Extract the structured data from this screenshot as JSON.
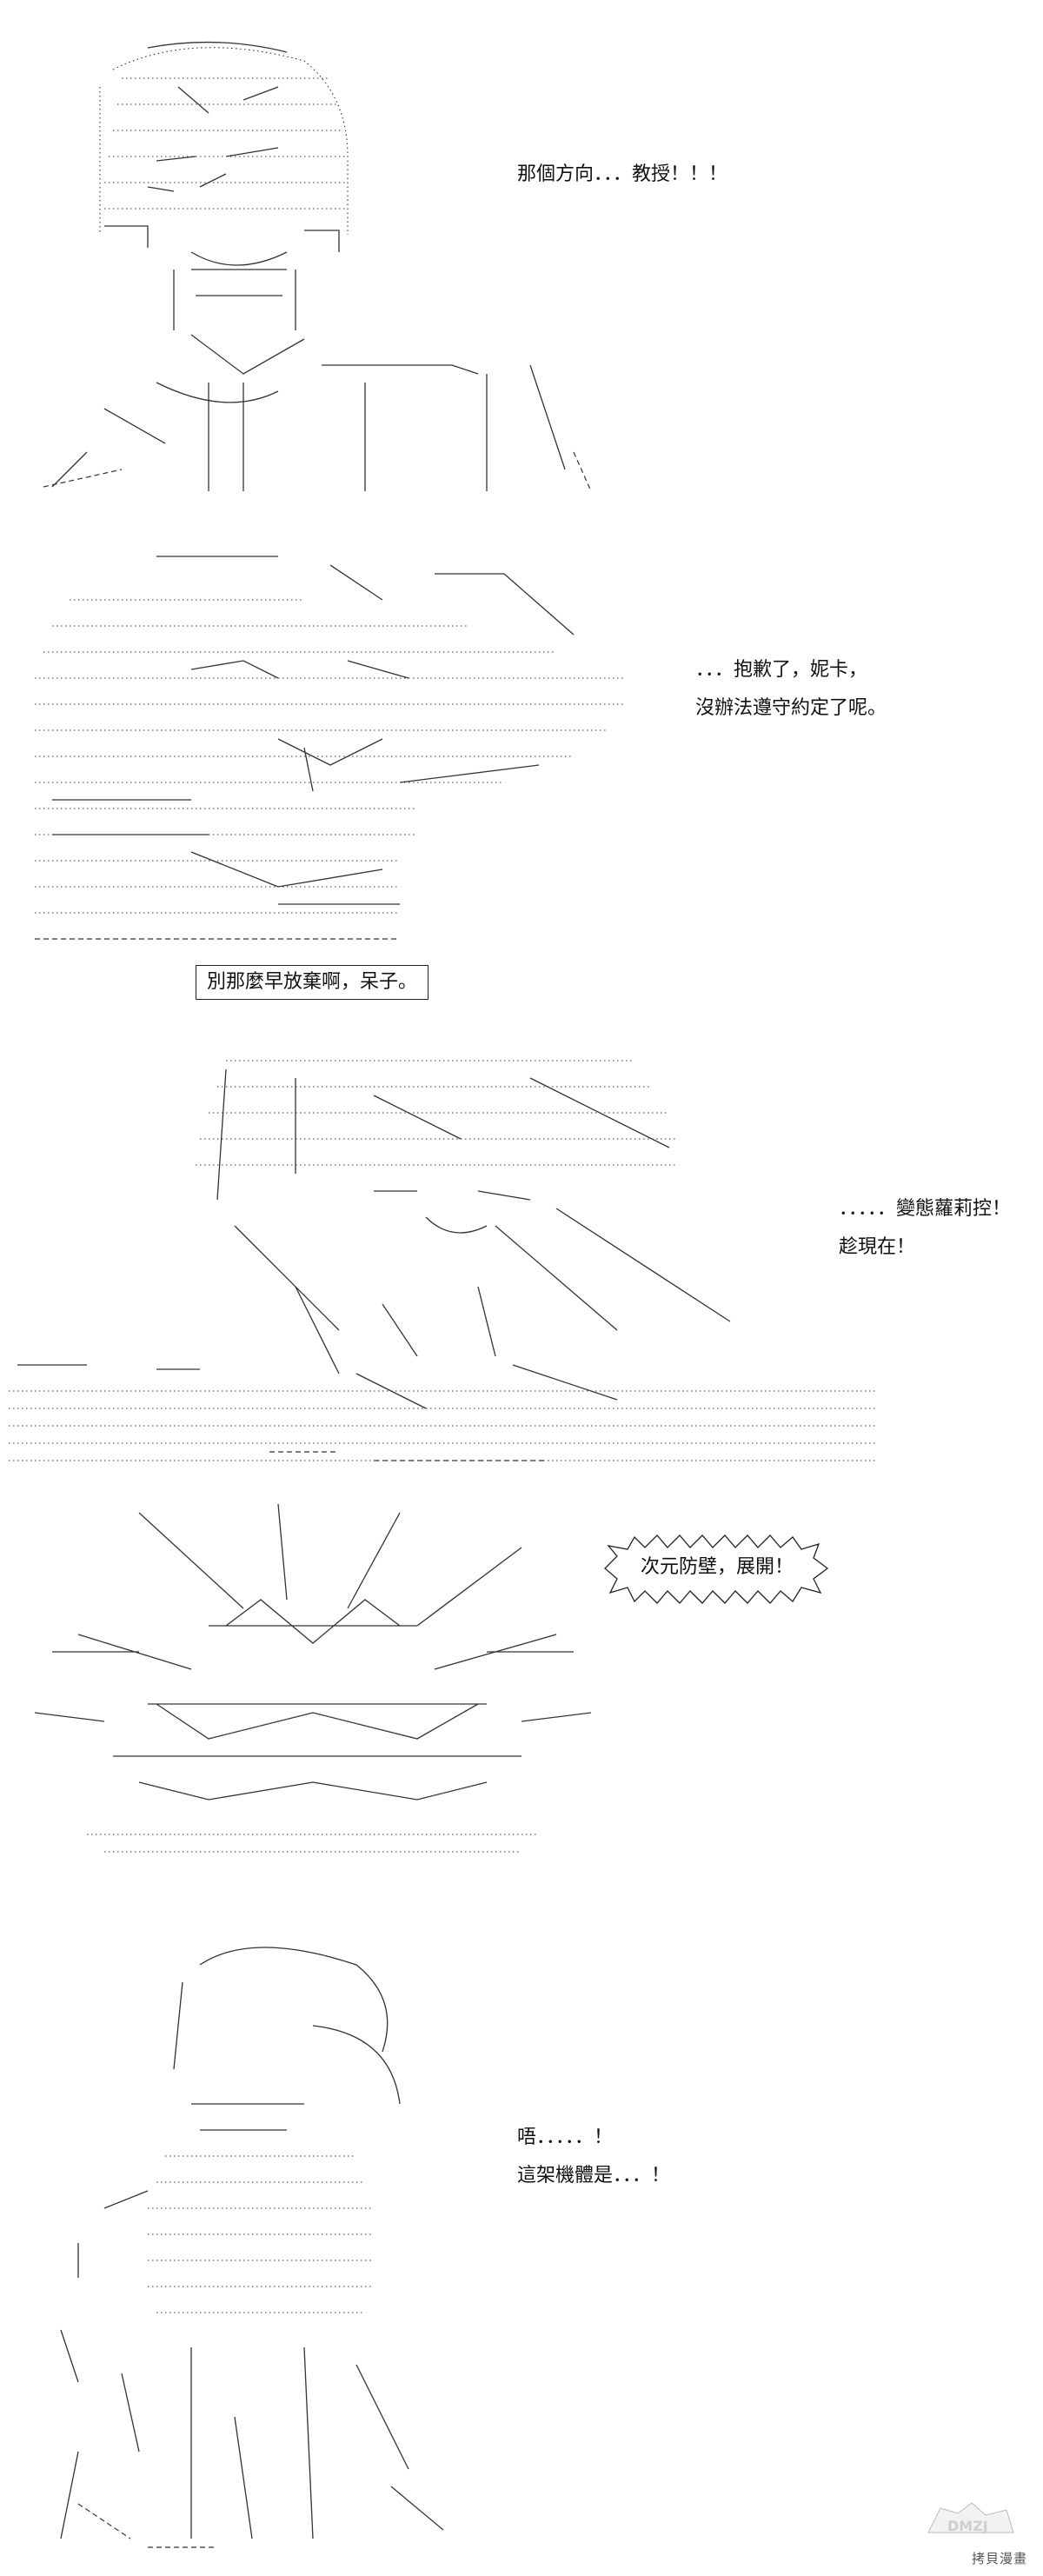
{
  "panels": [
    {
      "id": "p1",
      "lines": [
        "那個方向．．．教授！！！"
      ]
    },
    {
      "id": "p2",
      "lines": [
        "．．．抱歉了，妮卡，",
        "沒辦法遵守約定了呢。"
      ],
      "caption": "別那麼早放棄啊，呆子。"
    },
    {
      "id": "p3",
      "lines": [
        "．．．．．變態蘿莉控！",
        "趁現在！"
      ]
    },
    {
      "id": "p4",
      "burst": "次元防壁，展開！"
    },
    {
      "id": "p5",
      "lines": [
        "唔．．．．．！",
        "這架機體是．．．！"
      ]
    }
  ],
  "watermark": {
    "text": "拷貝漫畫",
    "icon": "dmzj-logo-icon"
  },
  "colors": {
    "ink": "#111111",
    "paper": "#ffffff"
  }
}
